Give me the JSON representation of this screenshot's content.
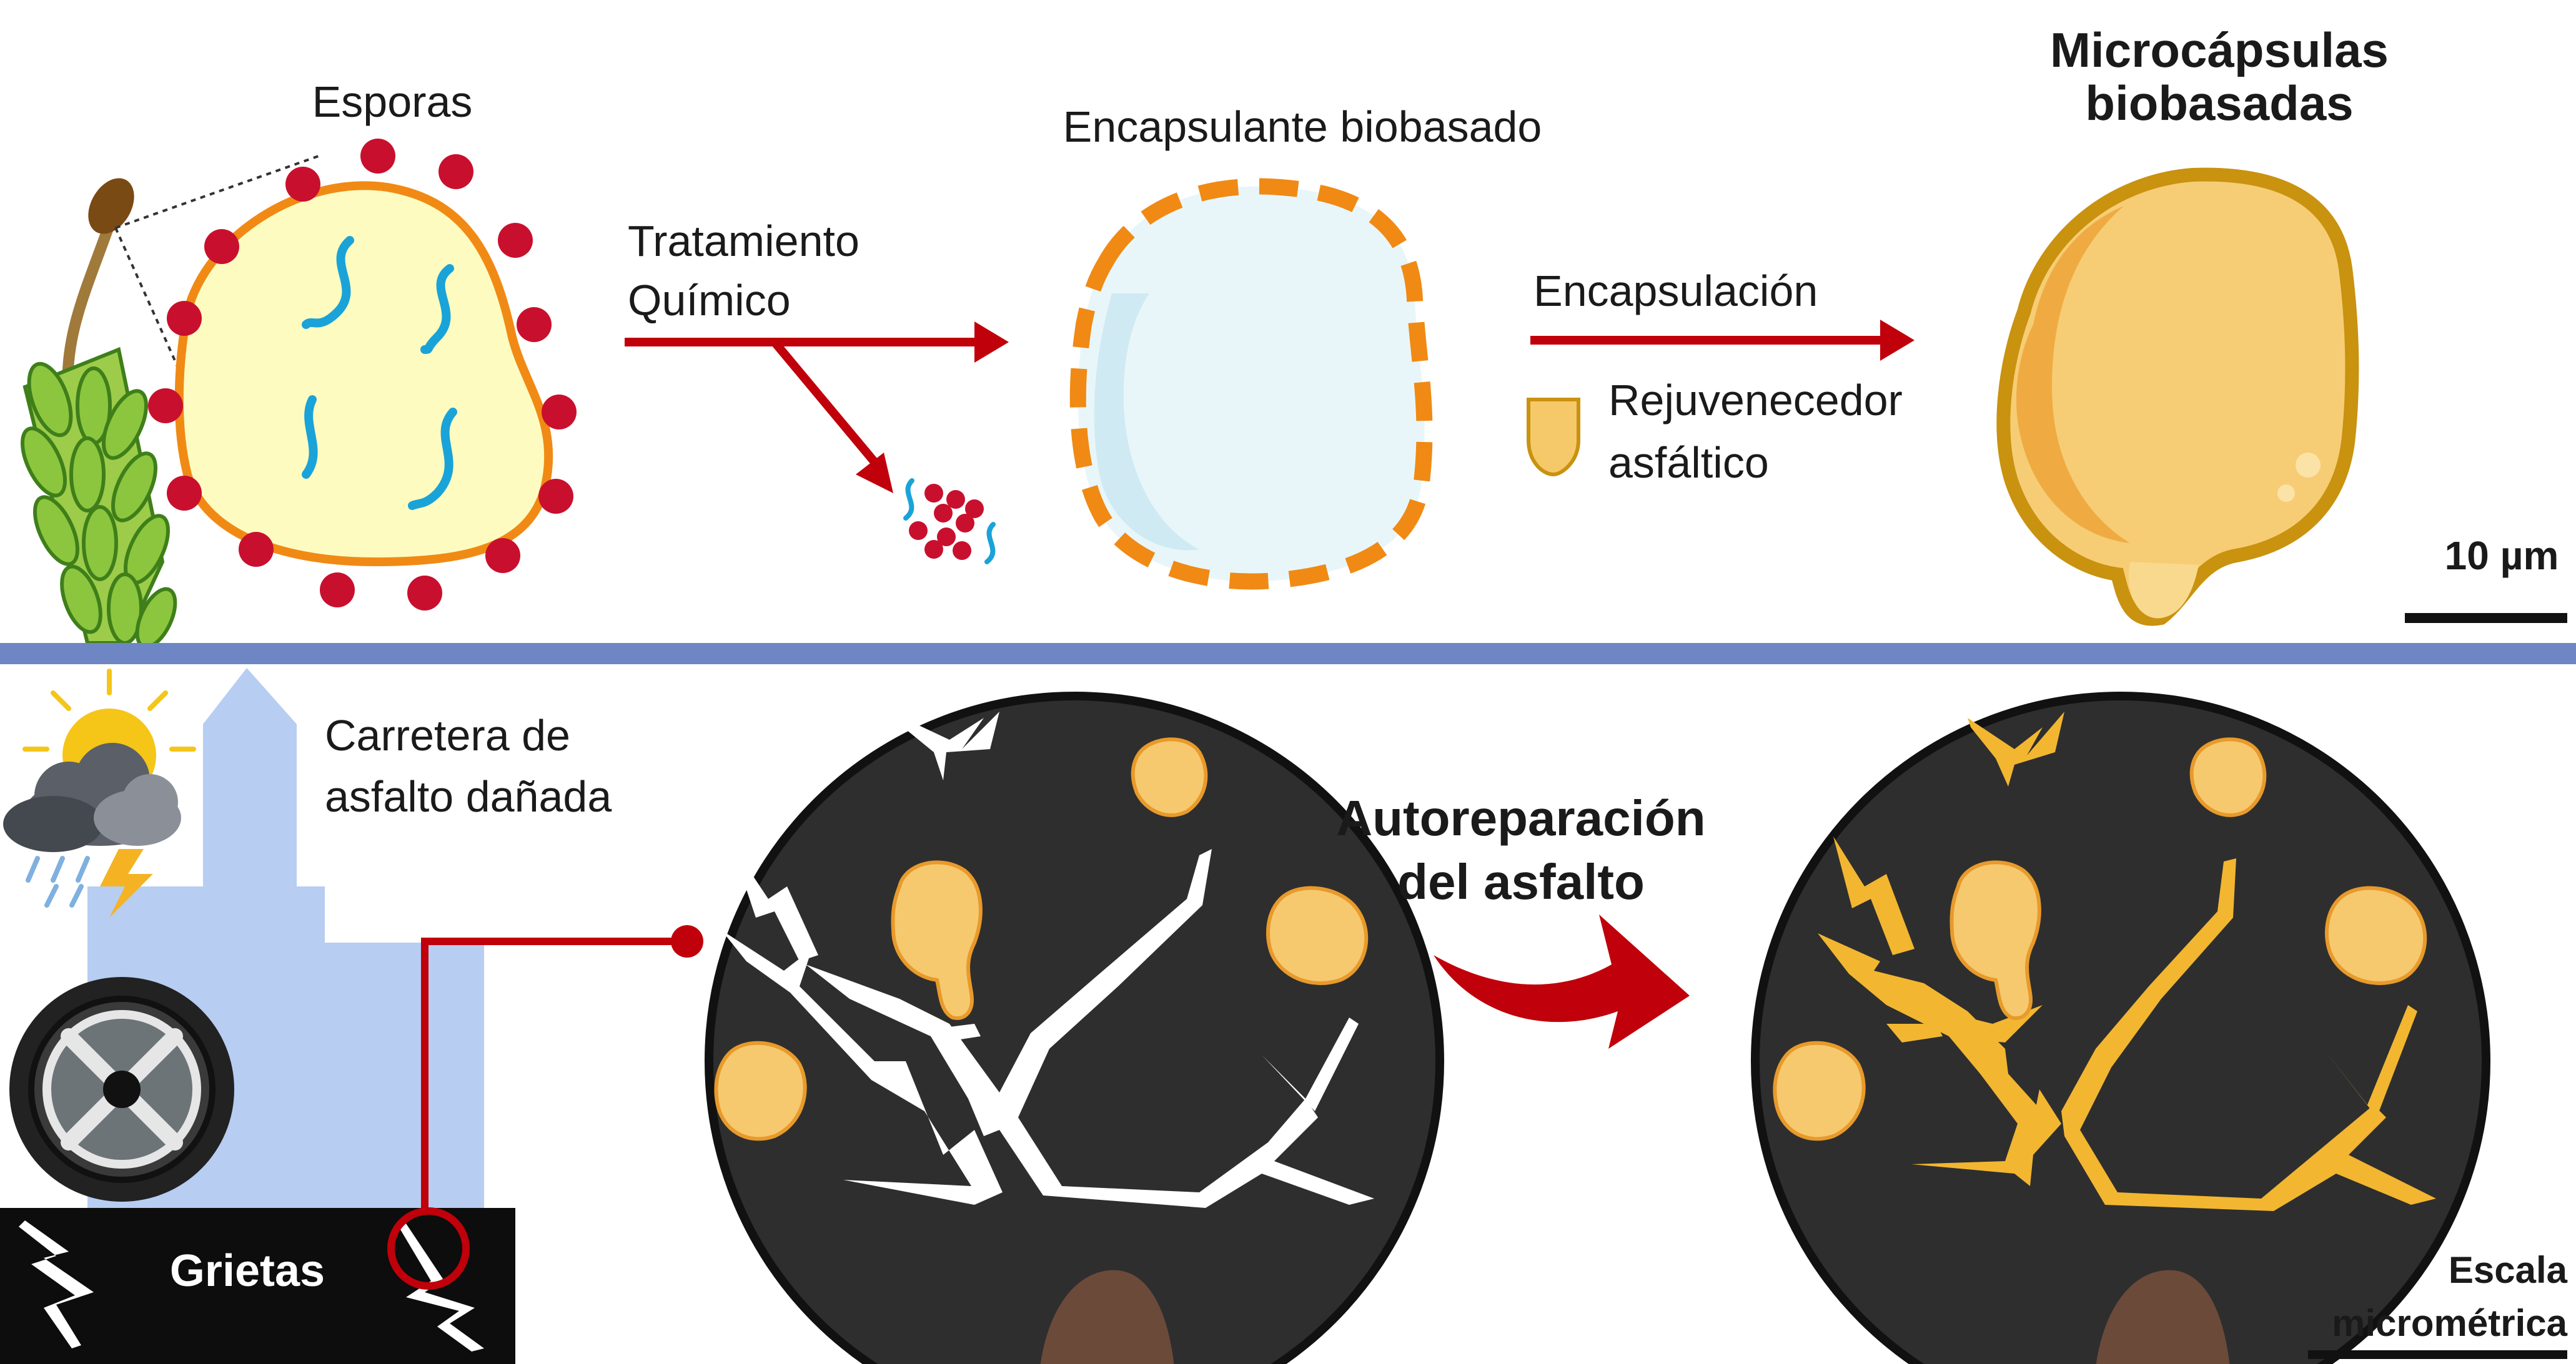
{
  "top": {
    "spores_label": "Esporas",
    "treatment_label_1": "Tratamiento",
    "treatment_label_2": "Químico",
    "encapsulant_label": "Encapsulante biobasado",
    "encapsulation_label": "Encapsulación",
    "rejuvenator_label_1": "Rejuvenecedor",
    "rejuvenator_label_2": "asfáltico",
    "microcapsules_label_1": "Microcápsulas",
    "microcapsules_label_2": "biobasadas",
    "scale_top_label": "10 µm"
  },
  "bottom": {
    "road_label_1": "Carretera de",
    "road_label_2": "asfalto dañada",
    "cracks_label": "Grietas",
    "self_repair_label_1": "Autoreparación",
    "self_repair_label_2": "del asfalto",
    "scale_bottom_label_1": "Escala",
    "scale_bottom_label_2": "micrométrica"
  },
  "colors": {
    "divider": "#6f86c4",
    "arrow_red": "#c0000a",
    "spore_fill": "#fdfbc0",
    "spore_outline": "#f08a14",
    "spore_dots": "#c8102e",
    "dna_blue": "#1aa3d8",
    "capsule_fill": "#f5c96a",
    "capsule_outline": "#c9920f",
    "asphalt": "#2e2e2e",
    "crack_fill": "#f2b630",
    "road_bg": "#b7cdf2"
  }
}
